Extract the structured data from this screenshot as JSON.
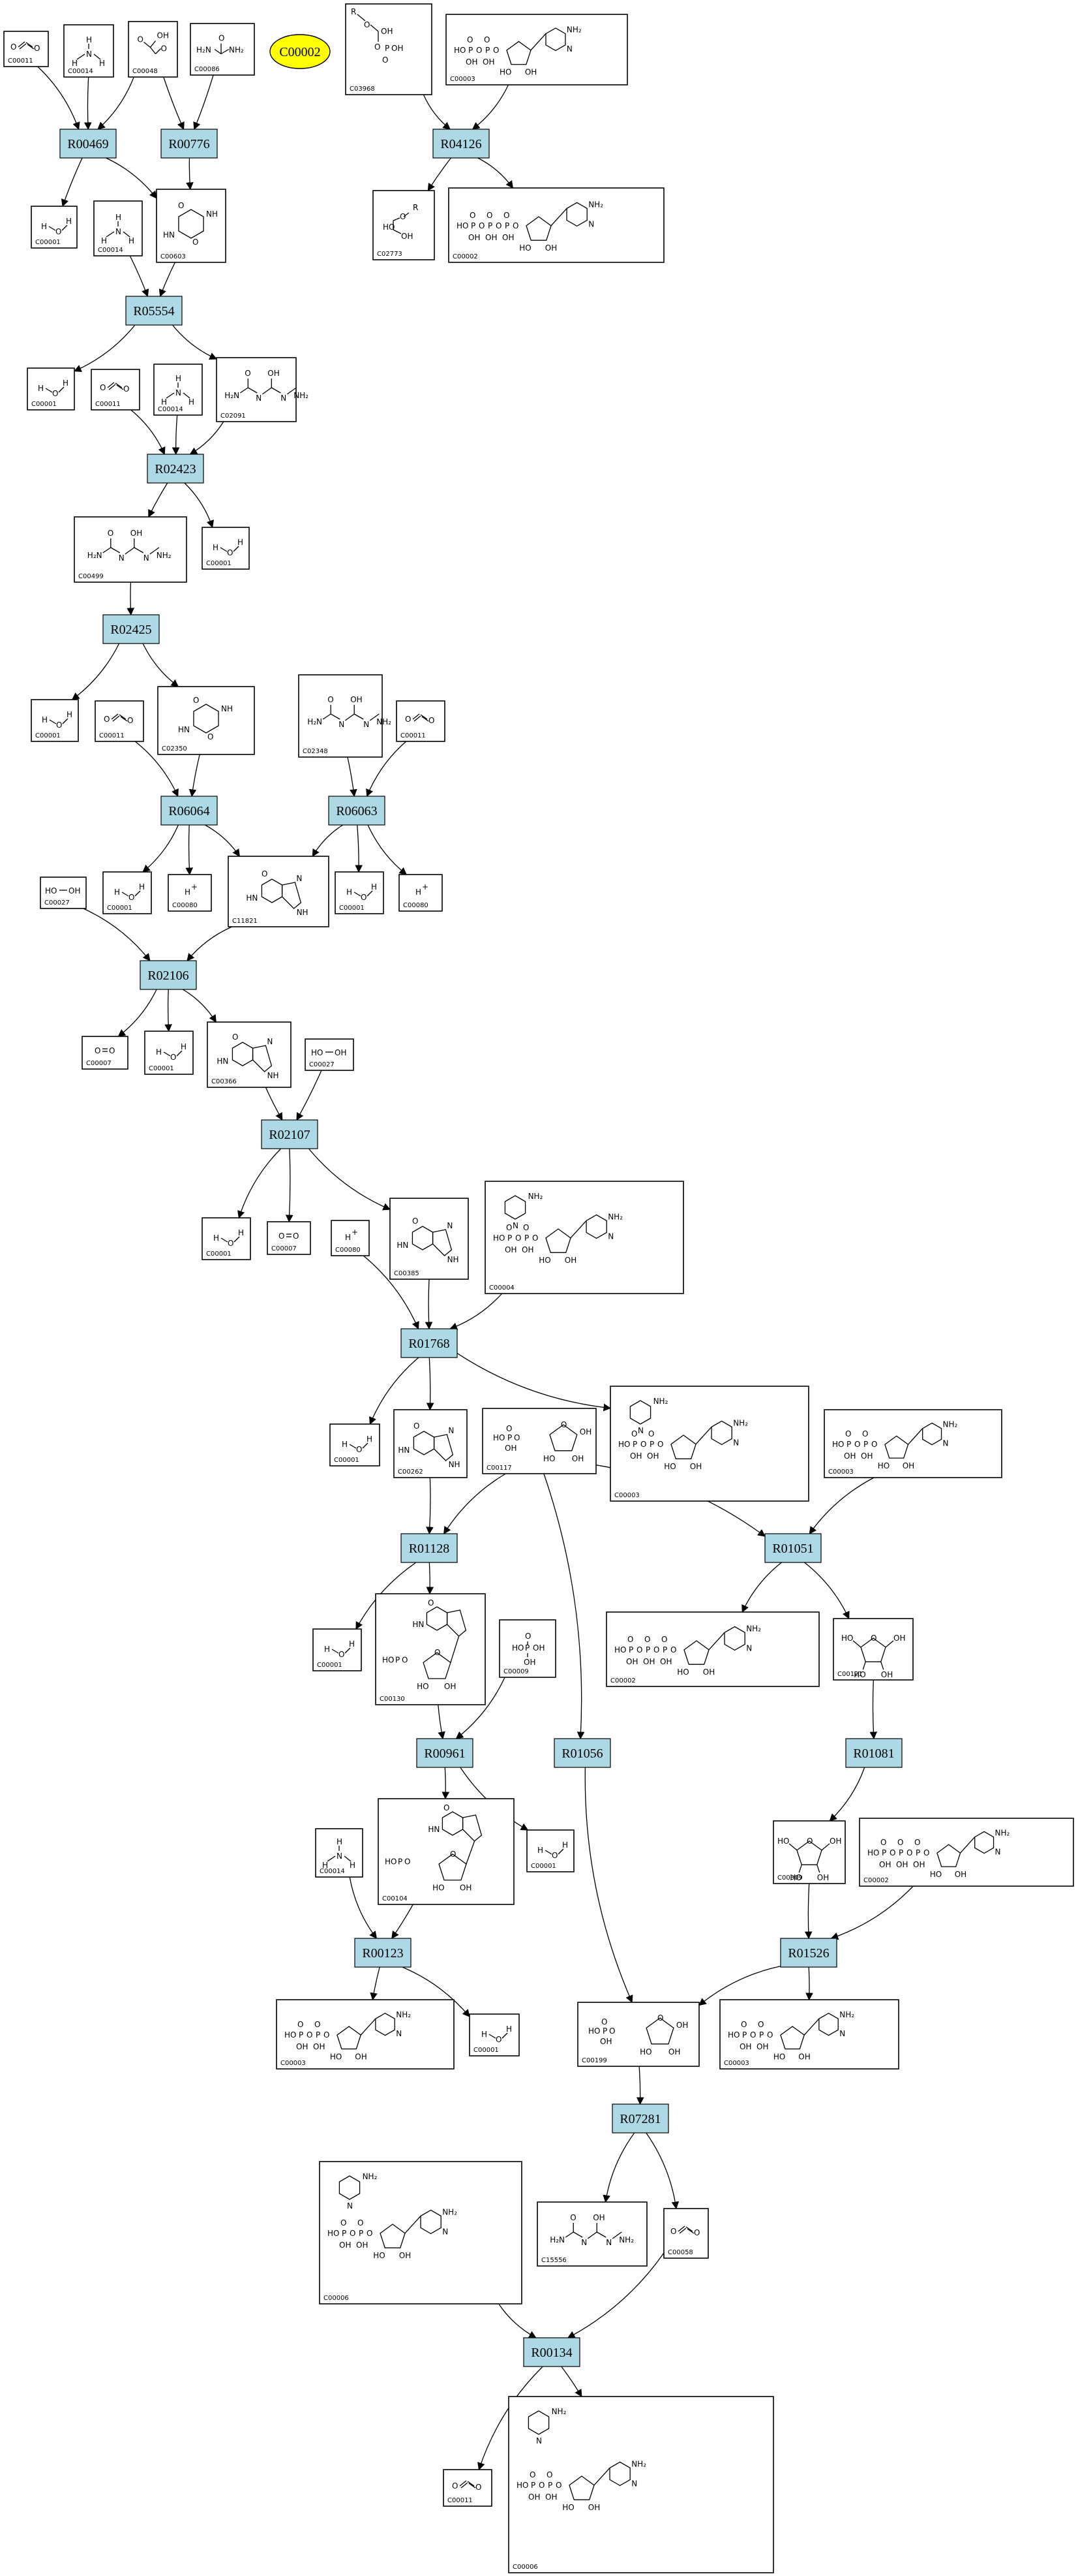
{
  "target": {
    "id": "C00002"
  },
  "reactions": [
    {
      "key": "r00469",
      "id": "R00469"
    },
    {
      "key": "r00776",
      "id": "R00776"
    },
    {
      "key": "r04126",
      "id": "R04126"
    },
    {
      "key": "r05554",
      "id": "R05554"
    },
    {
      "key": "r02423",
      "id": "R02423"
    },
    {
      "key": "r02425",
      "id": "R02425"
    },
    {
      "key": "r06064",
      "id": "R06064"
    },
    {
      "key": "r06063",
      "id": "R06063"
    },
    {
      "key": "r02106",
      "id": "R02106"
    },
    {
      "key": "r02107",
      "id": "R02107"
    },
    {
      "key": "r01768",
      "id": "R01768"
    },
    {
      "key": "r01128",
      "id": "R01128"
    },
    {
      "key": "r01051",
      "id": "R01051"
    },
    {
      "key": "r00961",
      "id": "R00961"
    },
    {
      "key": "r01056",
      "id": "R01056"
    },
    {
      "key": "r01081",
      "id": "R01081"
    },
    {
      "key": "r00123",
      "id": "R00123"
    },
    {
      "key": "r01526",
      "id": "R01526"
    },
    {
      "key": "r07281",
      "id": "R07281"
    },
    {
      "key": "r00134",
      "id": "R00134"
    }
  ],
  "compounds": [
    {
      "key": "c_top_c00011",
      "id": "C00011",
      "icon": "co2"
    },
    {
      "key": "c_top_c00014",
      "id": "C00014",
      "icon": "nh3"
    },
    {
      "key": "c_top_c00048",
      "id": "C00048",
      "icon": "glyoxylate"
    },
    {
      "key": "c_top_c00086",
      "id": "C00086",
      "icon": "urea"
    },
    {
      "key": "c_top_c03968",
      "id": "C03968",
      "icon": "phospho-acid"
    },
    {
      "key": "c_top_c00003",
      "id": "C00003",
      "icon": "nucleotide"
    },
    {
      "key": "c_r4_c02773",
      "id": "C02773",
      "icon": "ester"
    },
    {
      "key": "c_r4_c00002",
      "id": "C00002",
      "icon": "atp"
    },
    {
      "key": "c_r1_c00001",
      "id": "C00001",
      "icon": "water"
    },
    {
      "key": "c_r1_c00014",
      "id": "C00014",
      "icon": "nh3"
    },
    {
      "key": "c_r1_c00603",
      "id": "C00603",
      "icon": "ring"
    },
    {
      "key": "c_r5_c00001",
      "id": "C00001",
      "icon": "water"
    },
    {
      "key": "c_r5_c00011",
      "id": "C00011",
      "icon": "co2"
    },
    {
      "key": "c_r5_c00014",
      "id": "C00014",
      "icon": "nh3"
    },
    {
      "key": "c_r5_c02091",
      "id": "C02091",
      "icon": "chain"
    },
    {
      "key": "c_r24_c00499",
      "id": "C00499",
      "icon": "chain"
    },
    {
      "key": "c_r24_c00001",
      "id": "C00001",
      "icon": "water"
    },
    {
      "key": "c_r25_c00001",
      "id": "C00001",
      "icon": "water"
    },
    {
      "key": "c_r25_c00011",
      "id": "C00011",
      "icon": "co2"
    },
    {
      "key": "c_r25_c02350",
      "id": "C02350",
      "icon": "ring"
    },
    {
      "key": "c_r26_c02348",
      "id": "C02348",
      "icon": "chain"
    },
    {
      "key": "c_r26_c00011",
      "id": "C00011",
      "icon": "co2"
    },
    {
      "key": "c_r64_c00001",
      "id": "C00001",
      "icon": "water"
    },
    {
      "key": "c_r64_c00080",
      "id": "C00080",
      "icon": "proton"
    },
    {
      "key": "c_r64_c11821",
      "id": "C11821",
      "icon": "purine"
    },
    {
      "key": "c_r63_c00001",
      "id": "C00001",
      "icon": "water"
    },
    {
      "key": "c_r63_c00080",
      "id": "C00080",
      "icon": "proton"
    },
    {
      "key": "c_r21_c00027",
      "id": "C00027",
      "icon": "peroxide"
    },
    {
      "key": "c_r21_c00007",
      "id": "C00007",
      "icon": "oxygen"
    },
    {
      "key": "c_r21_c00001",
      "id": "C00001",
      "icon": "water"
    },
    {
      "key": "c_r21_c00366",
      "id": "C00366",
      "icon": "purine"
    },
    {
      "key": "c_r22_c00027",
      "id": "C00027",
      "icon": "peroxide"
    },
    {
      "key": "c_r22_c00001",
      "id": "C00001",
      "icon": "water"
    },
    {
      "key": "c_r22_c00007",
      "id": "C00007",
      "icon": "oxygen"
    },
    {
      "key": "c_r22_c00080",
      "id": "C00080",
      "icon": "proton"
    },
    {
      "key": "c_r22_c00385",
      "id": "C00385",
      "icon": "purine"
    },
    {
      "key": "c_r22_c00004",
      "id": "C00004",
      "icon": "nucleotide"
    },
    {
      "key": "c_r17_c00001",
      "id": "C00001",
      "icon": "water"
    },
    {
      "key": "c_r17_c00262",
      "id": "C00262",
      "icon": "purine"
    },
    {
      "key": "c_r17_c00117",
      "id": "C00117",
      "icon": "sugar-phosphate"
    },
    {
      "key": "c_r17_c00003",
      "id": "C00003",
      "icon": "nucleotide"
    },
    {
      "key": "c_r17_c00003b",
      "id": "C00003",
      "icon": "nucleotide"
    },
    {
      "key": "c_r11_c00001",
      "id": "C00001",
      "icon": "water"
    },
    {
      "key": "c_r11_c00130",
      "id": "C00130",
      "icon": "nucleoside"
    },
    {
      "key": "c_r10_c00002",
      "id": "C00002",
      "icon": "atp"
    },
    {
      "key": "c_r10_c00121",
      "id": "C00121",
      "icon": "sugar"
    },
    {
      "key": "c_r09_c00009",
      "id": "C00009",
      "icon": "phosphate"
    },
    {
      "key": "c_r09_c00104",
      "id": "C00104",
      "icon": "nucleoside"
    },
    {
      "key": "c_r09_c00001",
      "id": "C00001",
      "icon": "water"
    },
    {
      "key": "c_r08_c00309",
      "id": "C00309",
      "icon": "sugar"
    },
    {
      "key": "c_r08_c00002",
      "id": "C00002",
      "icon": "atp"
    },
    {
      "key": "c_r12_c00014",
      "id": "C00014",
      "icon": "nh3"
    },
    {
      "key": "c_r12_c00003",
      "id": "C00003",
      "icon": "nucleotide"
    },
    {
      "key": "c_r12_c00001",
      "id": "C00001",
      "icon": "water"
    },
    {
      "key": "c_r15_c00199",
      "id": "C00199",
      "icon": "sugar-phosphate"
    },
    {
      "key": "c_r15_c00003",
      "id": "C00003",
      "icon": "nucleotide"
    },
    {
      "key": "c_r72_c15556",
      "id": "C15556",
      "icon": "chain"
    },
    {
      "key": "c_r72_c00058",
      "id": "C00058",
      "icon": "co2"
    },
    {
      "key": "c_r13_c00006",
      "id": "C00006",
      "icon": "nucleotide"
    },
    {
      "key": "c_r13_c00011",
      "id": "C00011",
      "icon": "co2"
    },
    {
      "key": "c_r13_c00006b",
      "id": "C00006",
      "icon": "nucleotide"
    }
  ]
}
